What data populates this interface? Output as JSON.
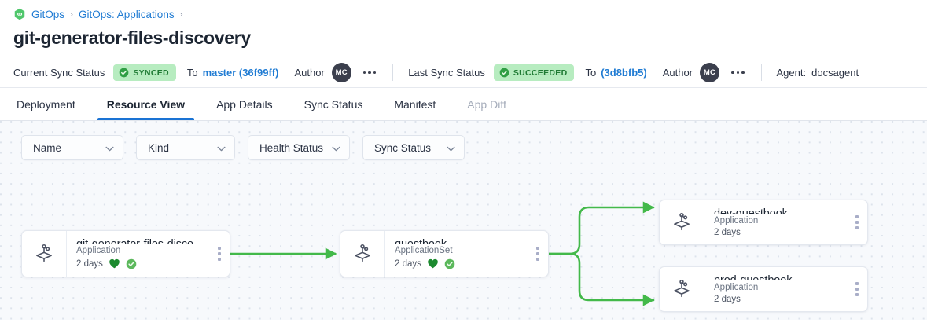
{
  "breadcrumb": {
    "logo_icon": "gitops-hexagon-infinity-icon",
    "items": [
      {
        "label": "GitOps",
        "sep": "›"
      },
      {
        "label": "GitOps: Applications",
        "sep": "›"
      }
    ]
  },
  "page_title": "git-generator-files-discovery",
  "status_bar": {
    "current": {
      "label": "Current Sync Status",
      "pill_text": "SYNCED",
      "pill_icon": "check-circle-icon",
      "to_word": "To",
      "revision": "master (36f99ff)",
      "author_label": "Author",
      "avatar_initials": "MC",
      "overflow_icon": "more-horizontal-icon"
    },
    "last": {
      "label": "Last Sync Status",
      "pill_text": "SUCCEEDED",
      "pill_icon": "check-circle-icon",
      "to_word": "To",
      "revision": "(3d8bfb5)",
      "author_label": "Author",
      "avatar_initials": "MC",
      "overflow_icon": "more-horizontal-icon"
    },
    "agent_label": "Agent:",
    "agent_value": "docsagent"
  },
  "tabs": [
    {
      "label": "Deployment",
      "active": false,
      "disabled": false
    },
    {
      "label": "Resource View",
      "active": true,
      "disabled": false
    },
    {
      "label": "App Details",
      "active": false,
      "disabled": false
    },
    {
      "label": "Sync Status",
      "active": false,
      "disabled": false
    },
    {
      "label": "Manifest",
      "active": false,
      "disabled": false
    },
    {
      "label": "App Diff",
      "active": false,
      "disabled": true
    }
  ],
  "filters": [
    {
      "label": "Name"
    },
    {
      "label": "Kind"
    },
    {
      "label": "Health Status"
    },
    {
      "label": "Sync Status"
    }
  ],
  "graph": {
    "nodes": [
      {
        "id": "root",
        "title": "git-generator-files-disco…",
        "kind": "Application",
        "age": "2 days",
        "icon": "argo-application-icon",
        "health_icon": "green-heart-icon",
        "sync_icon": "green-check-circle-icon",
        "show_status_icons": true
      },
      {
        "id": "appset",
        "title": "guestbook",
        "kind": "ApplicationSet",
        "age": "2 days",
        "icon": "argo-application-icon",
        "health_icon": "green-heart-icon",
        "sync_icon": "green-check-circle-icon",
        "show_status_icons": true
      },
      {
        "id": "dev",
        "title": "dev-guestbook",
        "kind": "Application",
        "age": "2 days",
        "icon": "argo-application-icon",
        "show_status_icons": false
      },
      {
        "id": "prod",
        "title": "prod-guestbook",
        "kind": "Application",
        "age": "2 days",
        "icon": "argo-application-icon",
        "show_status_icons": false
      }
    ],
    "edges": [
      {
        "from": "root",
        "to": "appset"
      },
      {
        "from": "appset",
        "to": "dev"
      },
      {
        "from": "appset",
        "to": "prod"
      }
    ]
  },
  "colors": {
    "link": "#1f7bd3",
    "pill_bg": "#b7ecc0",
    "pill_text": "#1e7a33",
    "edge": "#43b94a",
    "tab_active_underline": "#1a73d4",
    "canvas_bg": "#f7f9fc",
    "heart": "#1c8a2f",
    "sync_check": "#5cb85c"
  }
}
